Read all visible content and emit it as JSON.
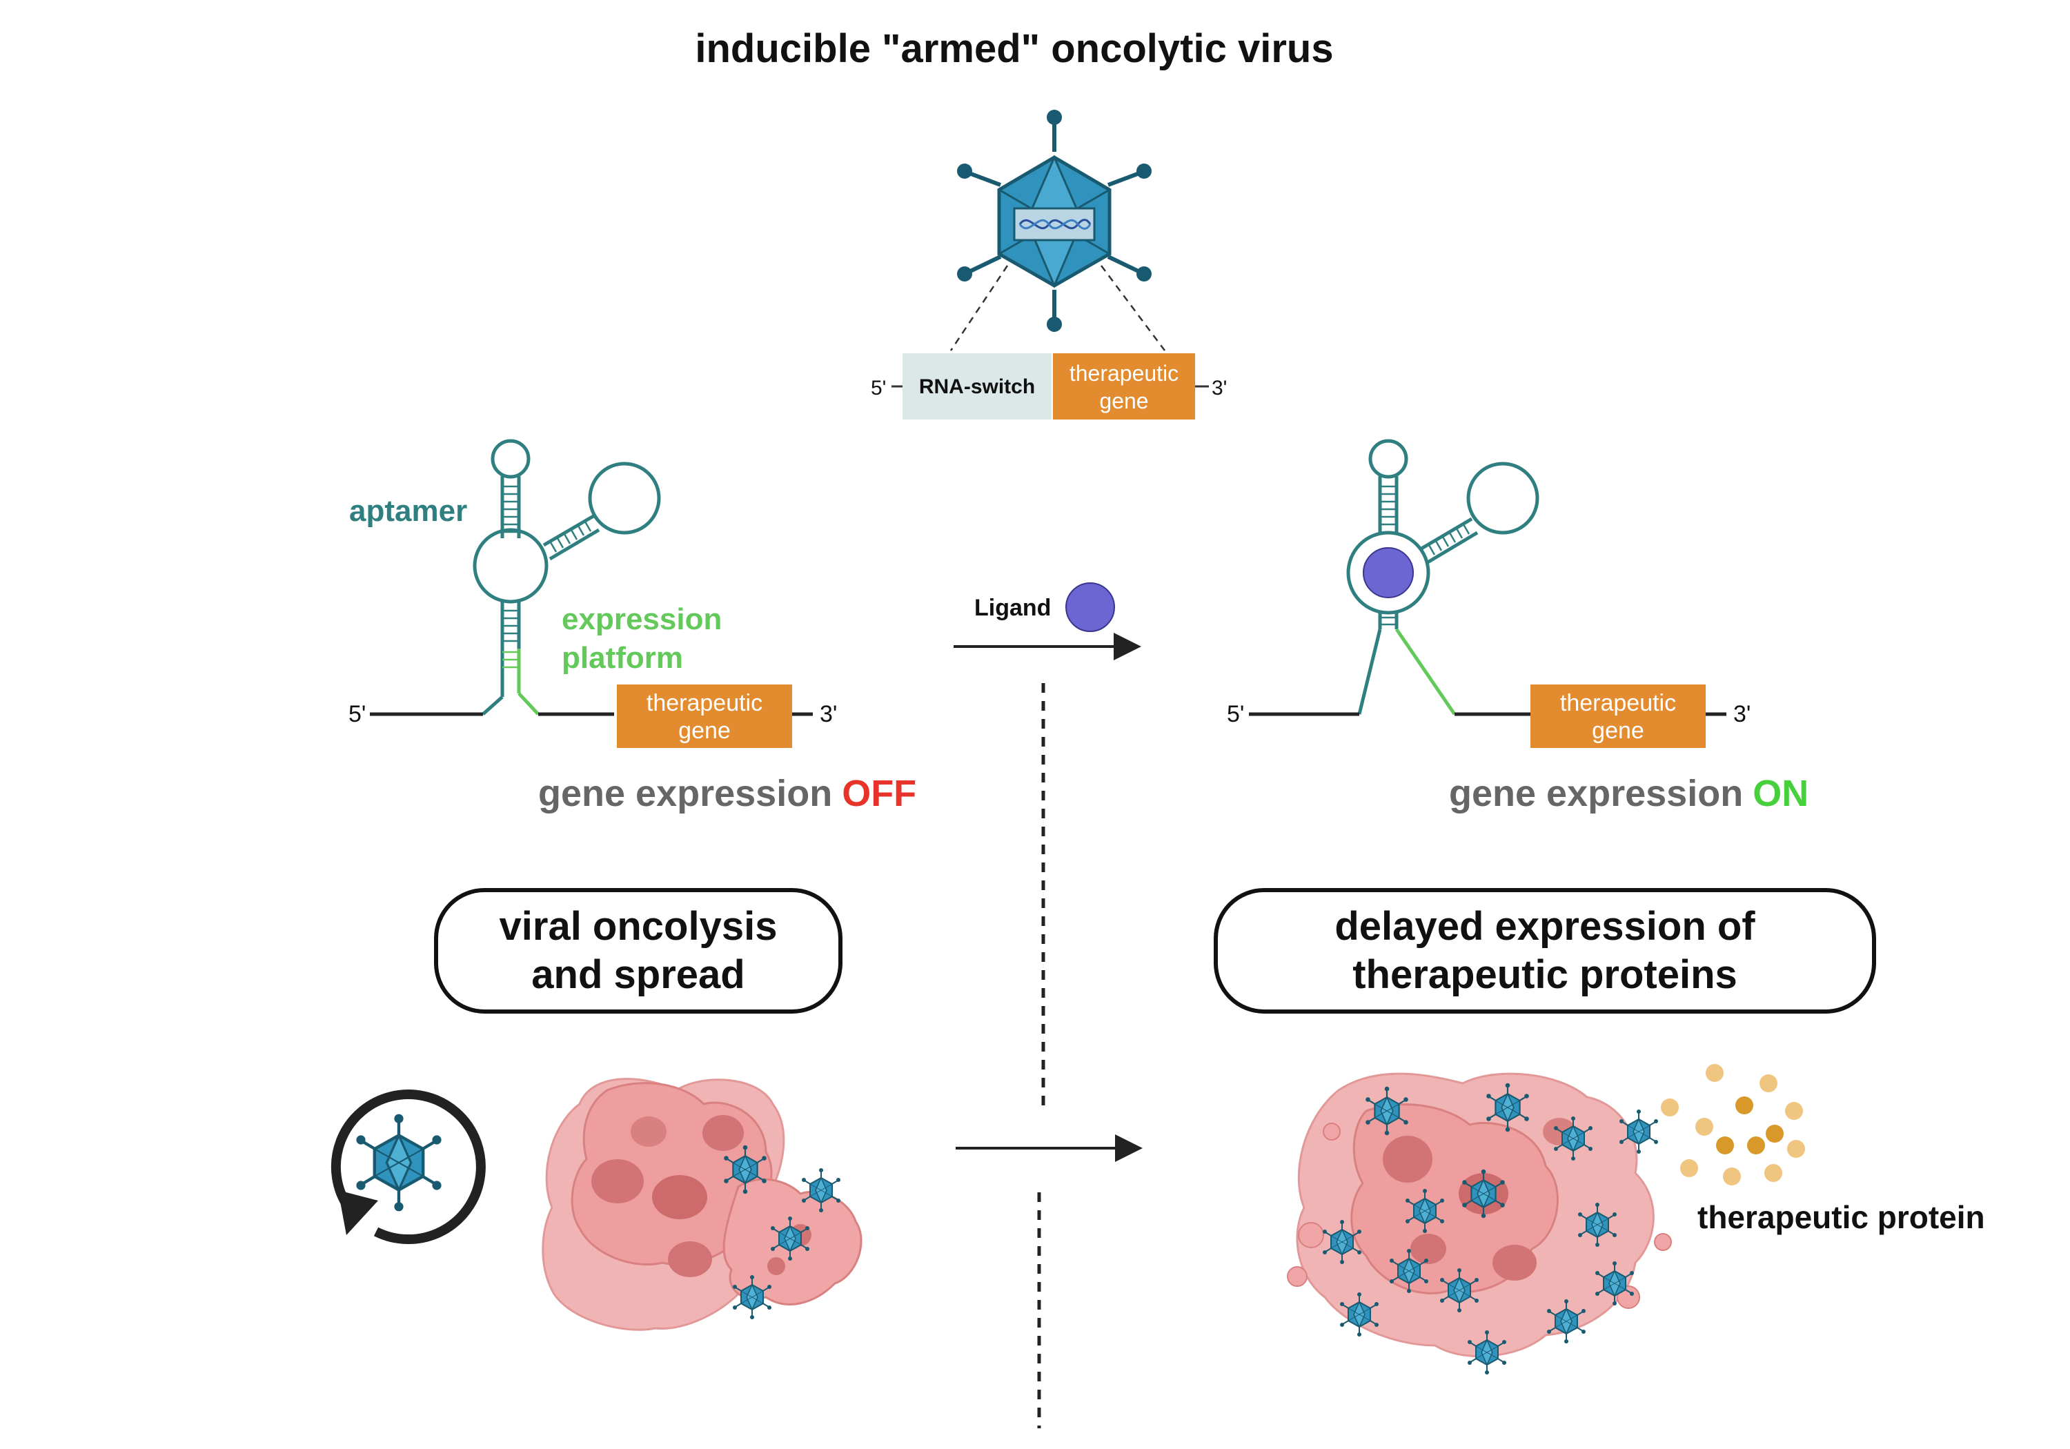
{
  "title": "inducible \"armed\" oncolytic virus",
  "construct": {
    "five_prime": "5'",
    "three_prime": "3'",
    "rna_switch_label": "RNA-switch",
    "gene_line1": "therapeutic",
    "gene_line2": "gene"
  },
  "left_switch": {
    "aptamer_label": "aptamer",
    "platform_line1": "expression",
    "platform_line2": "platform",
    "five_prime": "5'",
    "three_prime": "3'",
    "gene_line1": "therapeutic",
    "gene_line2": "gene",
    "status_prefix": "gene expression",
    "status_word": "OFF"
  },
  "right_switch": {
    "five_prime": "5'",
    "three_prime": "3'",
    "gene_line1": "therapeutic",
    "gene_line2": "gene",
    "status_prefix": "gene expression",
    "status_word": "ON"
  },
  "ligand_label": "Ligand",
  "left_box": {
    "line1": "viral oncolysis",
    "line2": "and spread"
  },
  "right_box": {
    "line1": "delayed expression of",
    "line2": "therapeutic proteins"
  },
  "protein_label": "therapeutic protein",
  "colors": {
    "teal": "#2f7f80",
    "green": "#62c95a",
    "orange": "#e38b2f",
    "off_red": "#e8332a",
    "on_green": "#46d03b",
    "grey_text": "#666666",
    "virus_blue": "#2f93bd",
    "virus_dark": "#1a6480",
    "ligand": "#6b66d2",
    "tumor": "#eea0a0",
    "tumor_dark": "#d27475",
    "protein_gold": "#d9982a",
    "protein_light": "#f0c580"
  }
}
